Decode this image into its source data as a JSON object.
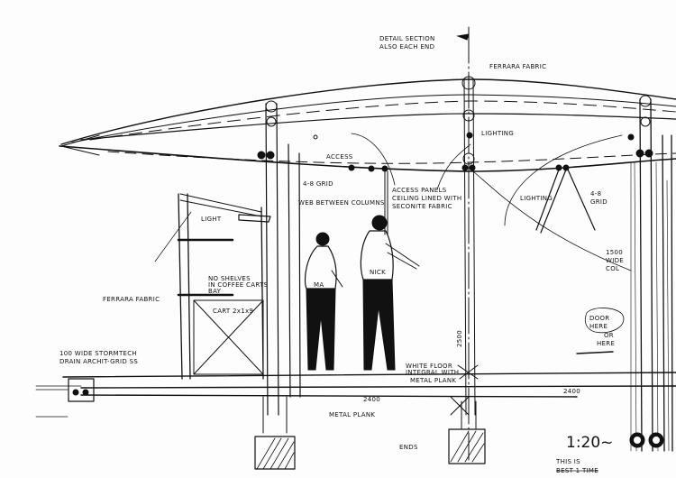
{
  "sketch": {
    "detail_note": [
      "DETAIL SECTION",
      "ALSO EACH END"
    ],
    "roof_fabric": "FERRARA FABRIC",
    "lighting_top": "LIGHTING",
    "access": "ACCESS",
    "grid_left": "4-8 GRID",
    "web_between_columns": "WEB BETWEEN COLUMNS",
    "access_panels": [
      "ACCESS PANELS",
      "CEILING LINED WITH",
      "SECONITE FABRIC"
    ],
    "lighting_right": "LIGHTING",
    "grid_right": [
      "4-8",
      "GRID"
    ],
    "column_note": [
      "1500",
      "WIDE",
      "COL"
    ],
    "light": "LIGHT",
    "no_shelves": [
      "NO SHELVES",
      "IN COFFEE CARTS",
      "BAY"
    ],
    "side_fabric": "FERRARA FABRIC",
    "cart_label": "CART 2x1x9",
    "person_left": "MA",
    "person_right": "NICK",
    "drain_note": [
      "100 WIDE STORMTECH",
      "DRAIN ARCHIT-GRID SS"
    ],
    "floor_note": [
      "WHITE FLOOR",
      "INTEGRAL WITH",
      "METAL PLANK"
    ],
    "height_dim": "2500",
    "span_left": "2400",
    "span_right": "2400",
    "plank_note": "METAL PLANK",
    "ends_note": "ENDS",
    "door_note": [
      "DOOR",
      "HERE",
      "OR",
      "HERE"
    ],
    "scale": "1:20~",
    "this_is": [
      "THIS IS",
      "BEST 1 TIME"
    ]
  }
}
